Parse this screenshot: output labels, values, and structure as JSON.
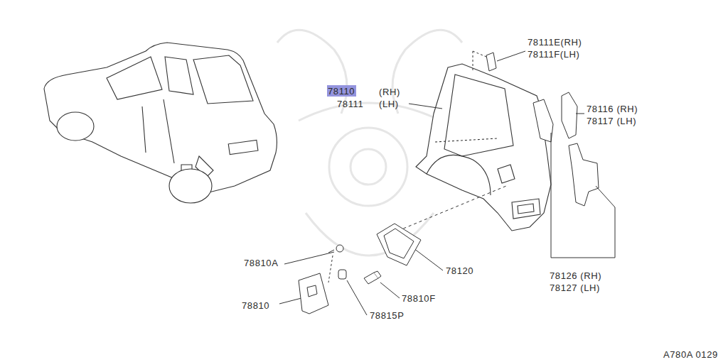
{
  "diagram": {
    "nodes": [
      {
        "text": [
          "78110"
        ]
      }
    ],
    "labels": [
      "78111E(RH)",
      "78111F(LH)",
      "(RH)",
      "78111",
      "(LH)",
      "78116 (RH)",
      "78117 (LH)",
      "78810A",
      "78120",
      "78810F",
      "78810",
      "78815P",
      "78126 (RH)",
      "78127 (LH)",
      "A780A 0129"
    ]
  }
}
